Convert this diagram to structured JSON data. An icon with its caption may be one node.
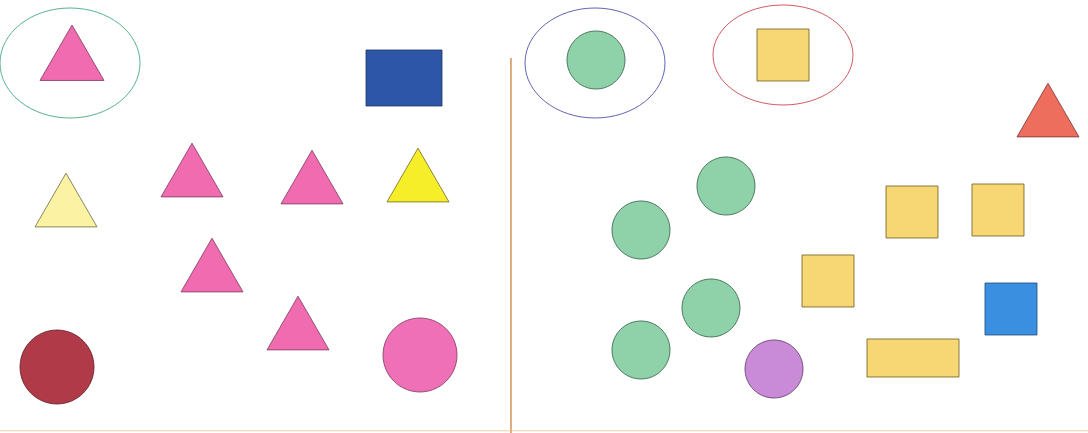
{
  "diagram": {
    "nodes": [
      {
        "text": [],
        "shape": "ellipse"
      },
      {
        "text": [],
        "shape": "triangle",
        "in": 0
      },
      {
        "text": [],
        "shape": "box"
      },
      {
        "text": [],
        "shape": "ellipse"
      },
      {
        "text": [],
        "shape": "circle",
        "in": 3
      },
      {
        "text": [],
        "shape": "ellipse"
      },
      {
        "text": [],
        "shape": "box",
        "in": 5
      },
      {
        "text": [],
        "shape": "triangle"
      },
      {
        "text": [],
        "shape": "triangle"
      },
      {
        "text": [],
        "shape": "triangle"
      },
      {
        "text": [],
        "shape": "triangle"
      },
      {
        "text": [],
        "shape": "triangle"
      },
      {
        "text": [],
        "shape": "triangle"
      },
      {
        "text": [],
        "shape": "triangle"
      },
      {
        "text": [],
        "shape": "circle"
      },
      {
        "text": [],
        "shape": "circle"
      },
      {
        "text": [],
        "shape": "circle"
      },
      {
        "text": [],
        "shape": "circle"
      },
      {
        "text": [],
        "shape": "box"
      },
      {
        "text": [],
        "shape": "box"
      },
      {
        "text": [],
        "shape": "box"
      },
      {
        "text": [],
        "shape": "circle"
      },
      {
        "text": [],
        "shape": "box"
      },
      {
        "text": [],
        "shape": "circle"
      },
      {
        "text": [],
        "shape": "circle"
      },
      {
        "text": [],
        "shape": "box"
      }
    ]
  }
}
